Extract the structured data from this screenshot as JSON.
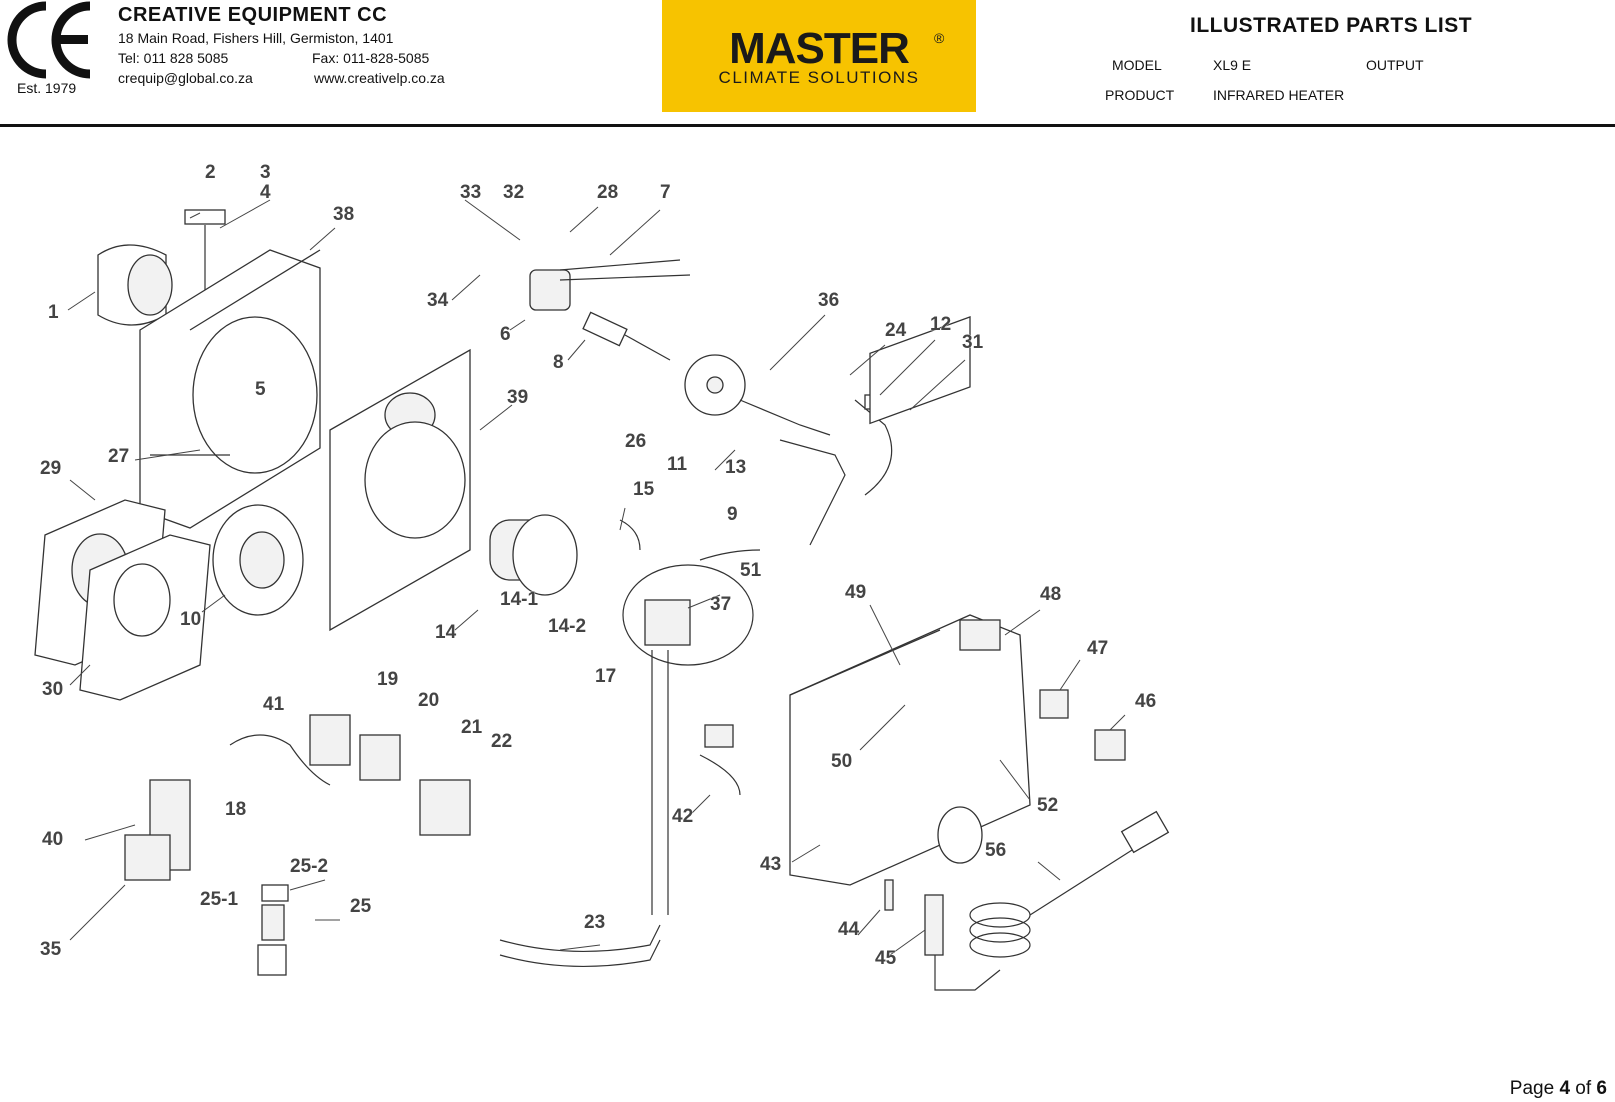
{
  "header": {
    "logo_alt": "CE",
    "est": "Est. 1979",
    "company_name": "CREATIVE EQUIPMENT CC",
    "address": "18 Main Road, Fishers Hill, Germiston, 1401",
    "tel": "Tel: 011 828 5085",
    "fax": "Fax: 011-828-5085",
    "email": "crequip@global.co.za",
    "website": "www.creativelp.co.za"
  },
  "brand": {
    "name": "MASTER",
    "registered": "®",
    "tagline": "CLIMATE SOLUTIONS",
    "color": "#F7C300"
  },
  "document": {
    "title": "ILLUSTRATED PARTS LIST",
    "model_label": "MODEL",
    "model_value": "XL9 E",
    "output_label": "OUTPUT",
    "product_label": "PRODUCT",
    "product_value": "INFRARED HEATER"
  },
  "callouts": [
    "1",
    "2",
    "3",
    "4",
    "5",
    "6",
    "7",
    "8",
    "9",
    "10",
    "11",
    "12",
    "13",
    "14",
    "14-1",
    "14-2",
    "15",
    "17",
    "18",
    "19",
    "20",
    "21",
    "22",
    "23",
    "24",
    "25",
    "25-1",
    "25-2",
    "26",
    "27",
    "28",
    "29",
    "30",
    "31",
    "32",
    "33",
    "34",
    "35",
    "36",
    "37",
    "38",
    "39",
    "40",
    "41",
    "42",
    "43",
    "44",
    "45",
    "46",
    "47",
    "48",
    "49",
    "50",
    "51",
    "52",
    "56"
  ],
  "footer": {
    "page_prefix": "Page ",
    "page_current": "4",
    "page_of": " of ",
    "page_total": "6"
  }
}
